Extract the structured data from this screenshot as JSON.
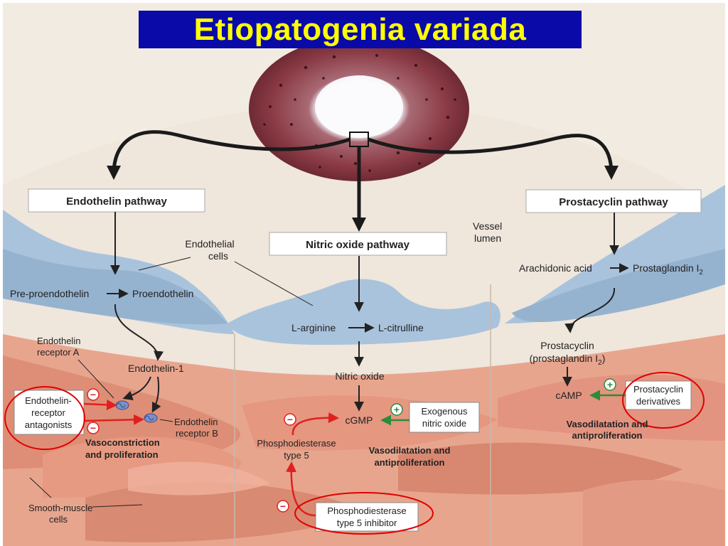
{
  "title": "Etiopatogenia variada",
  "pathways": {
    "endothelin": "Endothelin pathway",
    "nitric_oxide": "Nitric oxide pathway",
    "prostacyclin": "Prostacyclin pathway"
  },
  "labels": {
    "vessel_lumen": [
      "Vessel",
      "lumen"
    ],
    "endothelial_cells": [
      "Endothelial",
      "cells"
    ],
    "pre_proendothelin": "Pre-proendothelin",
    "proendothelin": "Proendothelin",
    "endothelin_receptor_a": [
      "Endothelin",
      "receptor A"
    ],
    "endothelin_1": "Endothelin-1",
    "endothelin_receptor_b": [
      "Endothelin",
      "receptor B"
    ],
    "vasoconstriction": [
      "Vasoconstriction",
      "and proliferation"
    ],
    "smooth_muscle": [
      "Smooth-muscle",
      "cells"
    ],
    "l_arginine": "L-arginine",
    "l_citrulline": "L-citrulline",
    "nitric_oxide": "Nitric oxide",
    "cgmp": "cGMP",
    "phosphodiesterase": [
      "Phosphodiesterase",
      "type 5"
    ],
    "vasodilatation_mid": [
      "Vasodilatation and",
      "antiproliferation"
    ],
    "arachidonic_acid": "Arachidonic acid",
    "prostaglandin": "Prostaglandin I",
    "prostaglandin_sub": "2",
    "prostacyclin": [
      "Prostacyclin",
      "(prostaglandin I",
      "2",
      ")"
    ],
    "camp": "cAMP",
    "vasodilatation_right": [
      "Vasodilatation and",
      "antiproliferation"
    ]
  },
  "drugs": {
    "era": [
      "Endothelin-",
      "receptor",
      "antagonists"
    ],
    "exogenous_no": [
      "Exogenous",
      "nitric oxide"
    ],
    "pde5_inhibitor": [
      "Phosphodiesterase",
      "type 5 inhibitor"
    ],
    "prostacyclin_derivatives": [
      "Prostacyclin",
      "derivatives"
    ]
  },
  "signs": {
    "minus": "−",
    "plus": "+"
  },
  "colors": {
    "title_bg": "#0a0aa8",
    "title_text": "#ffff00",
    "highlight_circle": "#e00000",
    "stimulate_arrow": "#2e8b3a",
    "inhibit_arrow": "#e02020",
    "endothelium": "#a9c3dc",
    "smooth_muscle": "#e8a58e",
    "background": "#efe6dc"
  }
}
